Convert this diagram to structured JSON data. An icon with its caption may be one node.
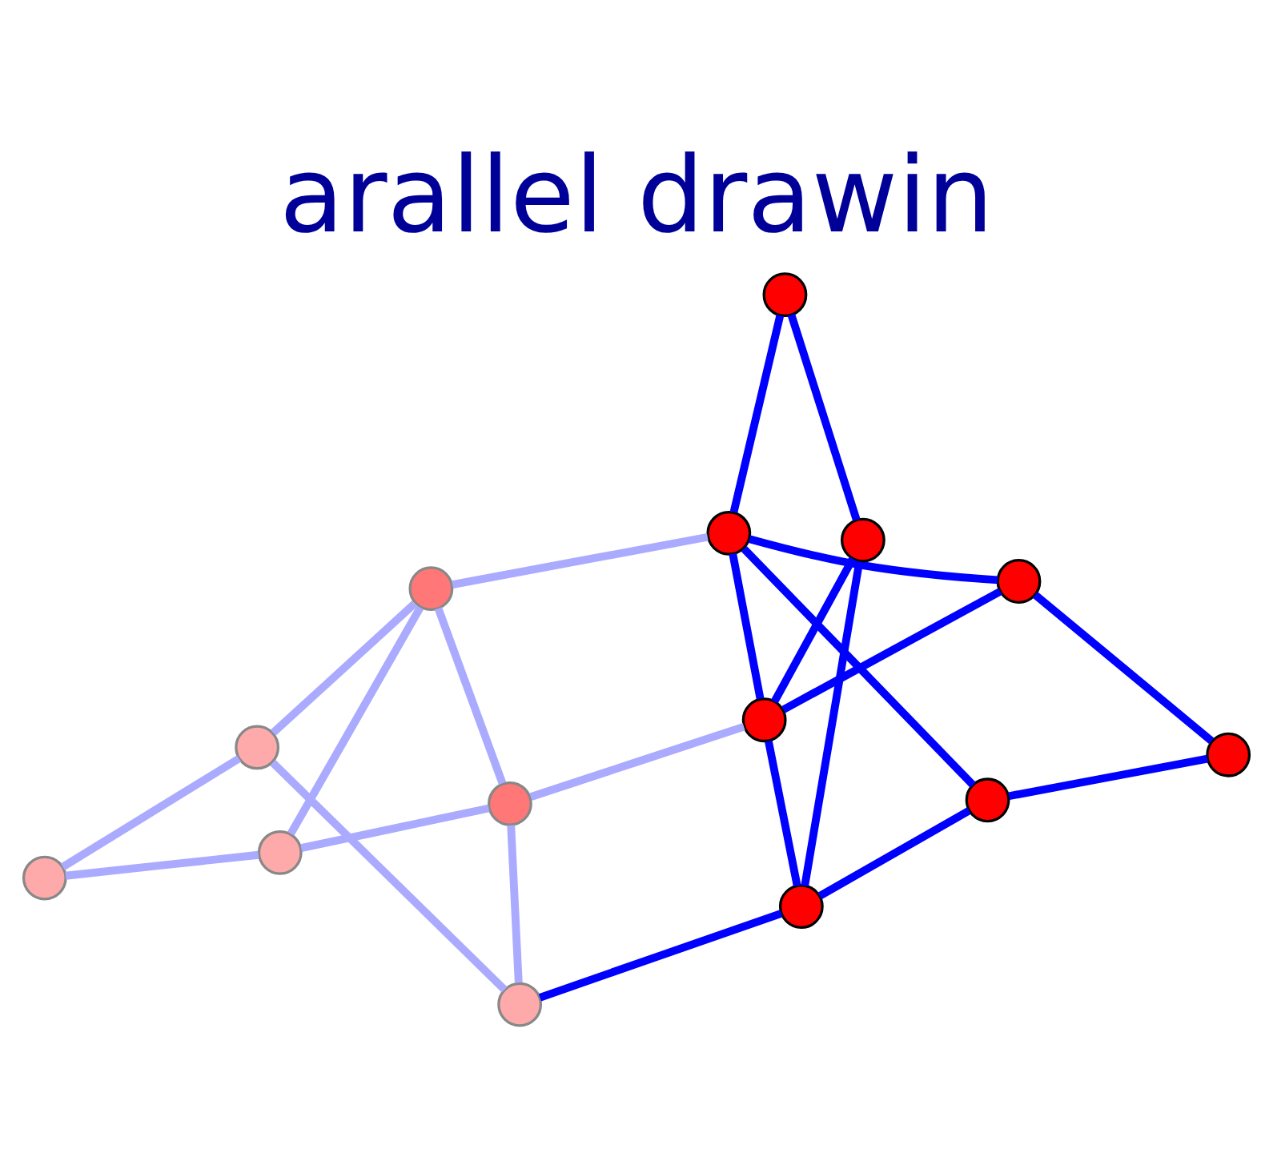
{
  "diagram": {
    "title": "arallel drawin",
    "nodes": [
      {
        "text": [],
        "shape": "circle"
      },
      {
        "text": [],
        "shape": "circle"
      },
      {
        "text": [],
        "shape": "circle"
      },
      {
        "text": [],
        "shape": "circle"
      },
      {
        "text": [],
        "shape": "circle"
      },
      {
        "text": [],
        "shape": "circle"
      },
      {
        "text": [],
        "shape": "circle"
      },
      {
        "text": [],
        "shape": "circle"
      },
      {
        "text": [],
        "shape": "circle"
      },
      {
        "text": [],
        "shape": "circle"
      },
      {
        "text": [],
        "shape": "circle"
      },
      {
        "text": [],
        "shape": "circle"
      },
      {
        "text": [],
        "shape": "circle"
      },
      {
        "text": [],
        "shape": "circle"
      }
    ],
    "edges": [
      {
        "from": 0,
        "to": 3,
        "arrow": "none",
        "color": "#aaaaff"
      },
      {
        "from": 0,
        "to": 2,
        "arrow": "none",
        "color": "#aaaaff"
      },
      {
        "from": 0,
        "to": 8,
        "arrow": "none",
        "color": "#aaaaff"
      },
      {
        "from": 1,
        "to": 4,
        "arrow": "none"
      },
      {
        "from": 1,
        "to": 5,
        "arrow": "none"
      },
      {
        "from": 1,
        "to": 10,
        "arrow": "none"
      },
      {
        "from": 2,
        "to": 5,
        "arrow": "none"
      },
      {
        "from": 3,
        "to": 4,
        "arrow": "none",
        "color": "#aaaaff"
      },
      {
        "from": 3,
        "to": 6,
        "arrow": "none",
        "color": "#aaaaff"
      },
      {
        "from": 3,
        "to": 9,
        "arrow": "none",
        "color": "#aaaaff"
      },
      {
        "from": 4,
        "to": 7,
        "arrow": "none"
      },
      {
        "from": 4,
        "to": 11,
        "arrow": "none"
      },
      {
        "from": 4,
        "to": 12,
        "arrow": "none"
      },
      {
        "from": 5,
        "to": 7,
        "arrow": "none"
      },
      {
        "from": 5,
        "to": 13,
        "arrow": "none"
      },
      {
        "from": 6,
        "to": 2,
        "arrow": "none",
        "color": "#aaaaff"
      },
      {
        "from": 6,
        "to": 9,
        "arrow": "none",
        "color": "#aaaaff"
      },
      {
        "from": 6,
        "to": 7,
        "arrow": "none",
        "color": "#aaaaff"
      },
      {
        "from": 7,
        "to": 11,
        "arrow": "none"
      },
      {
        "from": 7,
        "to": 13,
        "arrow": "none"
      },
      {
        "from": 9,
        "to": 8,
        "arrow": "none",
        "color": "#aaaaff"
      },
      {
        "from": 11,
        "to": 10,
        "arrow": "none"
      },
      {
        "from": 12,
        "to": 13,
        "arrow": "none"
      }
    ]
  }
}
